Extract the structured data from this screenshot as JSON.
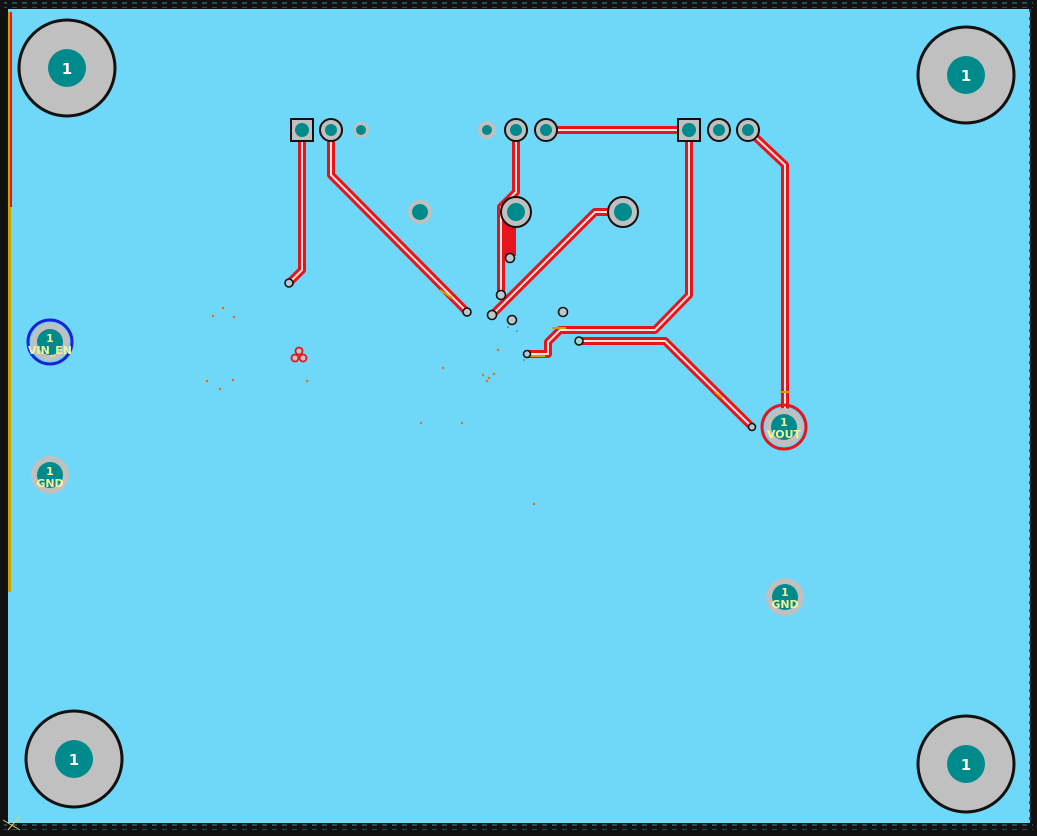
{
  "colors": {
    "board_bg": "#6fd7f7",
    "frame": "#111111",
    "trace": "#e8141c",
    "trace_core": "#fbe5e0",
    "pad_ring": "#c0c0c0",
    "pad_fill": "#008a8c",
    "pad_text": "#ffffff",
    "label_text": "#f5f19a",
    "selection_blue": "#1c22d6",
    "drill_ring": "#111111",
    "edge_gold": "#c8a300",
    "dot_orange": "#f06a10"
  },
  "icons": {
    "mounting_hole": "circle-pad-icon",
    "square_pad": "square-pad-icon",
    "via": "via-ring-icon",
    "cursor": "crosshair-icon",
    "triple_via": "triple-via-icon"
  },
  "mounting_holes": [
    {
      "id": "mh-top-left",
      "label": "1"
    },
    {
      "id": "mh-top-right",
      "label": "1"
    },
    {
      "id": "mh-bottom-left",
      "label": "1"
    },
    {
      "id": "mh-bottom-right",
      "label": "1"
    }
  ],
  "connectors": {
    "vin_en": {
      "number": "1",
      "net": "VIN_EN"
    },
    "gnd_left": {
      "number": "1",
      "net": "GND"
    },
    "vout": {
      "number": "1",
      "net": "VOUT"
    },
    "gnd_right": {
      "number": "1",
      "net": "GND"
    }
  }
}
